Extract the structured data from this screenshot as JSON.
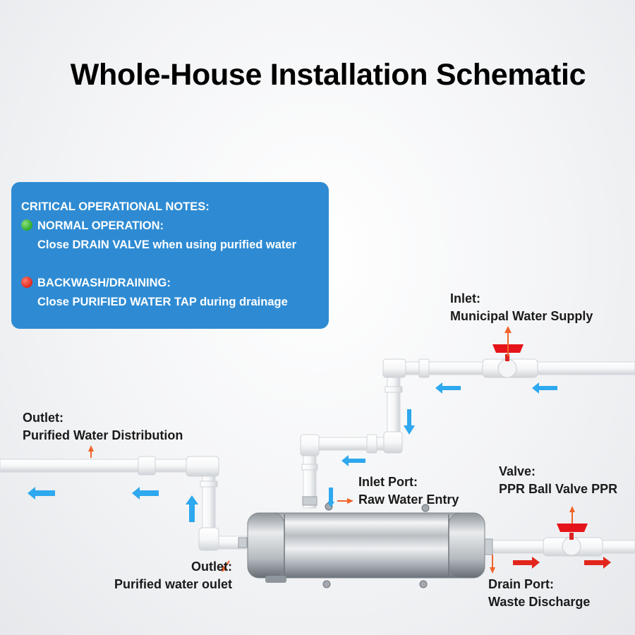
{
  "title": "Whole-House Installation Schematic",
  "notes": {
    "heading": "CRITICAL OPERATIONAL NOTES:",
    "normal": {
      "heading": "NORMAL OPERATION:",
      "text": "Close DRAIN VALVE when using purified water",
      "status_color": "#2eaa2e"
    },
    "backwash": {
      "heading": "BACKWASH/DRAINING:",
      "text": "Close PURIFIED WATER TAP during drainage",
      "status_color": "#e0261c"
    },
    "panel_color": "#2e8bd3"
  },
  "labels": {
    "inlet": {
      "line1": "Inlet:",
      "line2": "Municipal Water Supply"
    },
    "outlet_dist": {
      "line1": "Outlet:",
      "line2": "Purified Water Distribution"
    },
    "inlet_port": {
      "line1": "Inlet Port:",
      "line2": "Raw Water Entry"
    },
    "valve": {
      "line1": "Valve:",
      "line2": "PPR Ball Valve PPR"
    },
    "outlet_purified": {
      "line1": "Outlet:",
      "line2": "Purified water oulet"
    },
    "drain_port": {
      "line1": "Drain Port:",
      "line2": "Waste Discharge"
    }
  },
  "colors": {
    "flow_arrow": "#2ea8ee",
    "drain_arrow": "#e2261c",
    "pointer": "#f0632a",
    "valve_handle": "#e5141a",
    "pipe": "#f7f8f9"
  }
}
